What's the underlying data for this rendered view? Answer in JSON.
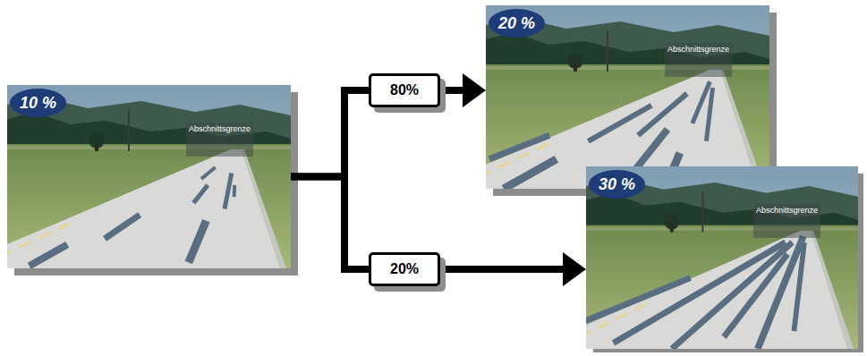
{
  "diagram": {
    "nodes": [
      {
        "text": [
          "10 %",
          "Abschnittsgrenze"
        ]
      },
      {
        "text": [
          "80%"
        ]
      },
      {
        "text": [
          "20 %",
          "Abschnittsgrenze"
        ]
      },
      {
        "text": [
          "20%"
        ]
      },
      {
        "text": [
          "30 %",
          "Abschnittsgrenze"
        ]
      }
    ],
    "edges": [
      {
        "from": 0,
        "to": 1,
        "arrow": "none"
      },
      {
        "from": 1,
        "to": 2,
        "arrow": "to"
      },
      {
        "from": 0,
        "to": 3,
        "arrow": "none"
      },
      {
        "from": 3,
        "to": 4,
        "arrow": "to"
      }
    ]
  }
}
